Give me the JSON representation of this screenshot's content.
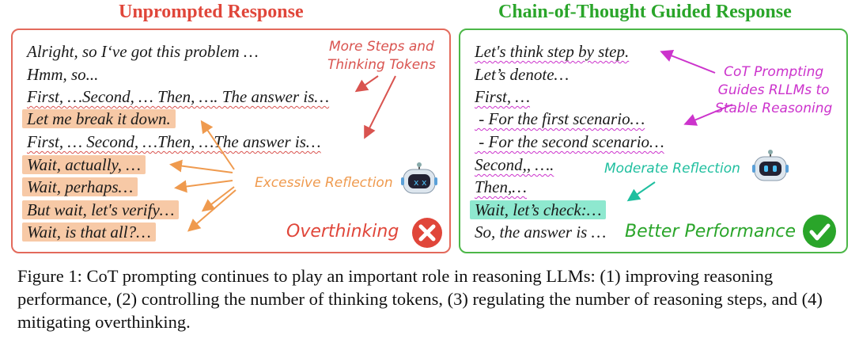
{
  "titles": {
    "left": "Unprompted Response",
    "right": "Chain-of-Thought Guided Response"
  },
  "left_panel": {
    "lines": [
      "Alright, so I‘ve got this problem …",
      "Hmm, so...",
      "First, …Second, … Then, …. The answer is…",
      "Let me break it down.",
      "First, … Second, …Then, …The answer is…",
      "Wait, actually, …",
      "Wait, perhaps…",
      "But wait, let's verify…",
      "Wait, is that all?…"
    ],
    "annotation_steps_line1": "More Steps and",
    "annotation_steps_line2": "Thinking Tokens",
    "annotation_reflection": "Excessive Reflection",
    "outcome": "Overthinking"
  },
  "right_panel": {
    "lines": [
      "Let's think step by step.",
      "Let’s denote…",
      "First, …",
      " - For the first scenario…",
      " - For the second scenario…",
      "Second,, ….",
      "Then,…",
      "Wait, let’s check:…",
      "So, the answer is …"
    ],
    "annotation_cot_line1": "CoT Prompting",
    "annotation_cot_line2": "Guides RLLMs to",
    "annotation_cot_line3": "Stable Reasoning",
    "annotation_reflection": "Moderate Reflection",
    "outcome": "Better Performance"
  },
  "caption": "Figure 1: CoT prompting continues to play an important role in reasoning LLMs: (1) improving reasoning performance, (2) controlling the number of thinking tokens, (3) regulating the number of reasoning steps, and (4) mitigating overthinking.",
  "colors": {
    "red": "#e0463a",
    "green": "#2aa52a",
    "orange_highlight": "#f7c9a6",
    "teal_highlight": "#8ee8cf",
    "magenta": "#cc33cc",
    "teal": "#1fbf9f"
  },
  "icons": [
    "robot-icon",
    "cross-icon",
    "check-icon"
  ]
}
